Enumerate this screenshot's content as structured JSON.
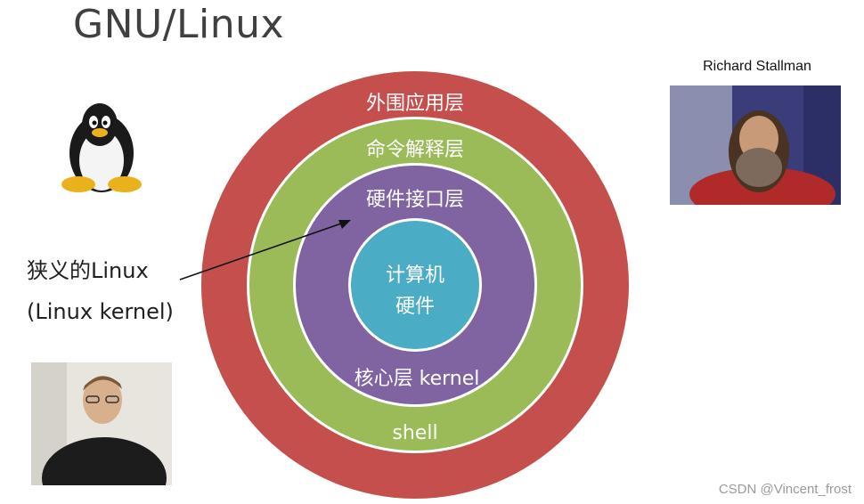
{
  "title": "GNU/Linux",
  "rings": {
    "outer_label": "外围应用层",
    "shell_title": "命令解释层",
    "shell_bottom": "shell",
    "kernel_title": "硬件接口层",
    "kernel_bottom": "核心层 kernel",
    "core_line1": "计算机",
    "core_line2": "硬件"
  },
  "annotation": {
    "line1": "狭义的Linux",
    "line2": "(Linux kernel)"
  },
  "photo_caption": "Richard Stallman",
  "watermark": "CSDN @Vincent_frost",
  "colors": {
    "outer_ring": "#c44f4d",
    "shell_ring": "#9bbb59",
    "kernel_ring": "#8064a2",
    "core": "#4bacc6",
    "ring_gap": "#ffffff"
  },
  "icons": {
    "tux": "tux-penguin-icon"
  }
}
